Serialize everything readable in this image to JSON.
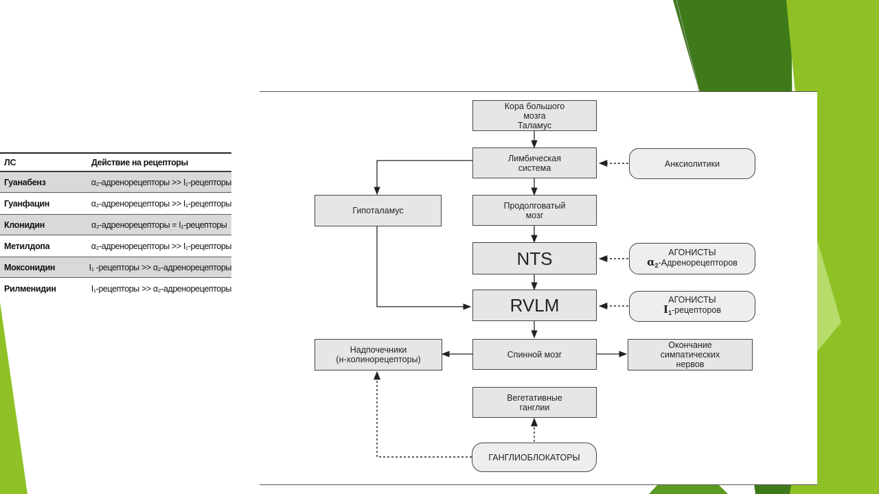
{
  "table": {
    "header": {
      "drug": "ЛС",
      "action": "Действие на рецепторы"
    },
    "rows": [
      {
        "drug": "Гуанабенз",
        "action": "α₂-адренорецепторы >> I₁-рецепторы",
        "shaded": true
      },
      {
        "drug": "Гуанфацин",
        "action": "α₂-адренорецепторы >> I₁-рецепторы",
        "shaded": false
      },
      {
        "drug": "Клонидин",
        "action": "α₂-адренорецепторы = I₁-рецепторы",
        "shaded": true
      },
      {
        "drug": "Метилдопа",
        "action": "α₂-адренорецепторы >> I₁-рецепторы",
        "shaded": false
      },
      {
        "drug": "Моксонидин",
        "action": "I₁ -рецепторы >> α₂-адренорецепторы",
        "shaded": true
      },
      {
        "drug": "Рилменидин",
        "action": "I₁-рецепторы >> α₂-адренорецепторы",
        "shaded": false
      }
    ]
  },
  "diagram": {
    "cortex": {
      "line1": "Кора большого",
      "line2": "мозга",
      "line3": "Таламус"
    },
    "limbic": {
      "line1": "Лимбическая",
      "line2": "система"
    },
    "anxiolytics": "Анксиолитики",
    "hypothalamus": "Гипоталамус",
    "medulla": {
      "line1": "Продолговатый",
      "line2": "мозг"
    },
    "nts": "NTS",
    "alpha_agonists": {
      "line1": "АГОНИСТЫ",
      "symbol": "α",
      "sub": "2",
      "rest": "-Адренорецепторов"
    },
    "rvlm": "RVLM",
    "i1_agonists": {
      "line1": "АГОНИСТЫ",
      "symbol": "I",
      "sub": "1",
      "rest": "-рецепторов"
    },
    "adrenal": {
      "line1": "Надпочечники",
      "line2": "(н-холинорецепторы)"
    },
    "spinal": "Спинной мозг",
    "sympathetic": {
      "line1": "Окончание",
      "line2": "симпатических",
      "line3": "нервов"
    },
    "ganglia": {
      "line1": "Вегетативные",
      "line2": "ганглии"
    },
    "ganglioblockers": "ГАНГЛИОБЛОКАТОРЫ"
  },
  "colors": {
    "dark_green": "#3f7a1a",
    "mid_green": "#5b9a22",
    "light_green": "#8fc126",
    "pale_green": "#b7dc6a",
    "box_fill": "#e6e6e6"
  }
}
